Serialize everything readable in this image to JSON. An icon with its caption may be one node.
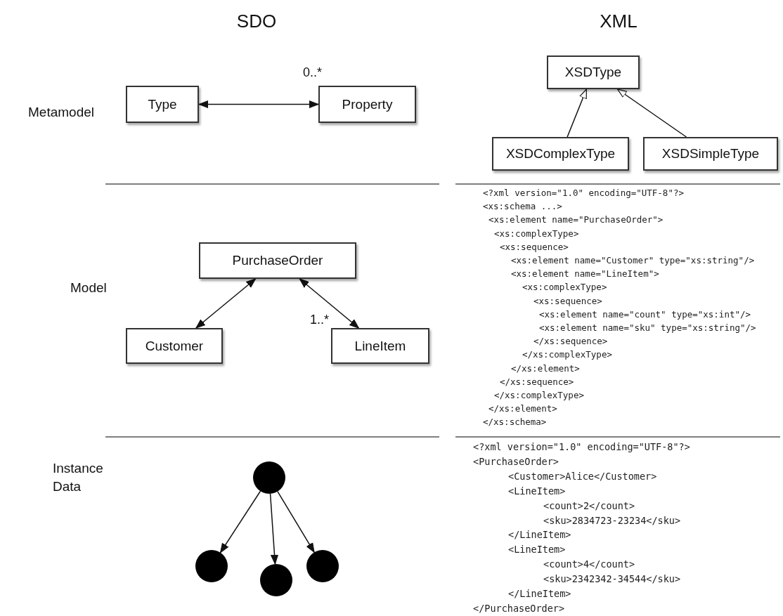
{
  "diagram": {
    "nodes": [
      {
        "text": [
          "Type"
        ]
      },
      {
        "text": [
          "Property"
        ]
      },
      {
        "text": [
          "XSDType"
        ]
      },
      {
        "text": [
          "XSDComplexType"
        ]
      },
      {
        "text": [
          "XSDSimpleType"
        ]
      },
      {
        "text": [
          "PurchaseOrder"
        ]
      },
      {
        "text": [
          "Customer"
        ]
      },
      {
        "text": [
          "LineItem"
        ]
      },
      {
        "text": [],
        "shape": "circle"
      },
      {
        "text": [],
        "shape": "circle"
      },
      {
        "text": [],
        "shape": "circle"
      },
      {
        "text": [],
        "shape": "circle"
      }
    ],
    "edges": [
      {
        "from": 0,
        "to": 1,
        "arrow": "both",
        "label": "0..*"
      },
      {
        "from": 3,
        "to": 2,
        "arrow": "to"
      },
      {
        "from": 4,
        "to": 2,
        "arrow": "to"
      },
      {
        "from": 5,
        "to": 6,
        "arrow": "both"
      },
      {
        "from": 5,
        "to": 7,
        "arrow": "both",
        "label": "1..*"
      },
      {
        "from": 8,
        "to": 9,
        "arrow": "to"
      },
      {
        "from": 8,
        "to": 10,
        "arrow": "to"
      },
      {
        "from": 8,
        "to": 11,
        "arrow": "to"
      }
    ],
    "labels": [
      "SDO",
      "XML",
      "Metamodel",
      "Model",
      "<?xml version=\"1.0\" encoding=\"UTF-8\"?>",
      "<xs:schema ...>",
      "<xs:element name=\"PurchaseOrder\">",
      "<xs:complexType>",
      "<xs:sequence>",
      "<xs:element name=\"Customer\" type=\"xs:string\"/>",
      "<xs:element name=\"LineItem\">",
      "<xs:complexType>",
      "<xs:sequence>",
      "<xs:element name=\"count\" type=\"xs:int\"/>",
      "<xs:element name=\"sku\" type=\"xs:string\"/>",
      "</xs:sequence>",
      "</xs:complexType>",
      "</xs:element>",
      "</xs:sequence>",
      "</xs:complexType>",
      "</xs:element>",
      "</xs:schema>",
      "Instance Data",
      "<?xml version=\"1.0\" encoding=\"UTF-8\"?>",
      "<PurchaseOrder>",
      "<Customer>Alice</Customer>",
      "<LineItem>",
      "<count>2</count>",
      "<sku>2834723-23234</sku>",
      "</LineItem>",
      "<LineItem>",
      "<count>4</count>",
      "<sku>2342342-34544</sku>",
      "</LineItem>",
      "</PurchaseOrder>"
    ]
  }
}
